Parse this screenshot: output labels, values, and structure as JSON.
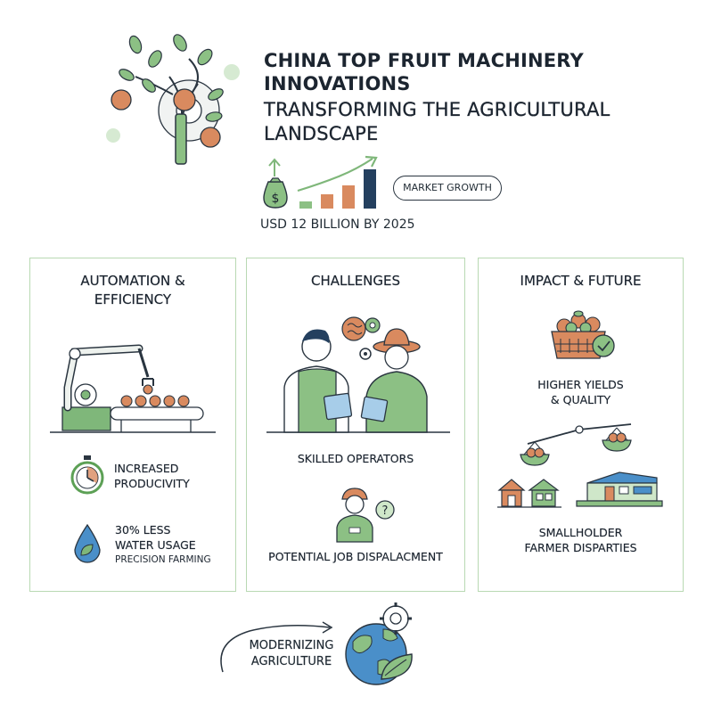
{
  "header": {
    "title_line1": "CHINA TOP FRUIT MACHINERY",
    "title_line2": "INNOVATIONS",
    "subtitle_line1": "TRANSFORMING THE AGRICULTURAL",
    "subtitle_line2": "LANDSCAPE",
    "market_bubble": "MARKET GROWTH",
    "market_value": "USD 12 BILLION BY 2025"
  },
  "panels": {
    "automation": {
      "title_line1": "AUTOMATION &",
      "title_line2": "EFFICIENCY",
      "item1_line1": "INCREASED",
      "item1_line2": "PRODUCIVITY",
      "item2_line1": "30% LESS",
      "item2_line2": "WATER USAGE",
      "item2_note": "PRECISION FARMING"
    },
    "challenges": {
      "title": "CHALLENGES",
      "item1": "SKILLED OPERATORS",
      "item2": "POTENTIAL JOB DISPALACMENT"
    },
    "impact": {
      "title": "IMPACT & FUTURE",
      "item1_line1": "HIGHER YIELDS",
      "item1_line2": "& QUALITY",
      "item2_line1": "SMALLHOLDER",
      "item2_line2": "FARMER DISPARTIES"
    }
  },
  "footer": {
    "line1": "MODERNIZING",
    "line2": "AGRICULTURE"
  },
  "colors": {
    "green": "#7fb77a",
    "light_green": "#cfe7c9",
    "orange": "#d98a5f",
    "navy": "#24405f",
    "blue": "#4a8fc9",
    "outline": "#2a3540"
  },
  "icons": [
    "tree-gear-icon",
    "money-bag-icon",
    "bar-chart-icon",
    "robot-arm-icon",
    "stopwatch-icon",
    "water-drop-icon",
    "brain-gear-icon",
    "worker-icon",
    "question-icon",
    "fruit-basket-icon",
    "balance-scale-icon",
    "house-icon",
    "factory-icon",
    "globe-icon"
  ]
}
